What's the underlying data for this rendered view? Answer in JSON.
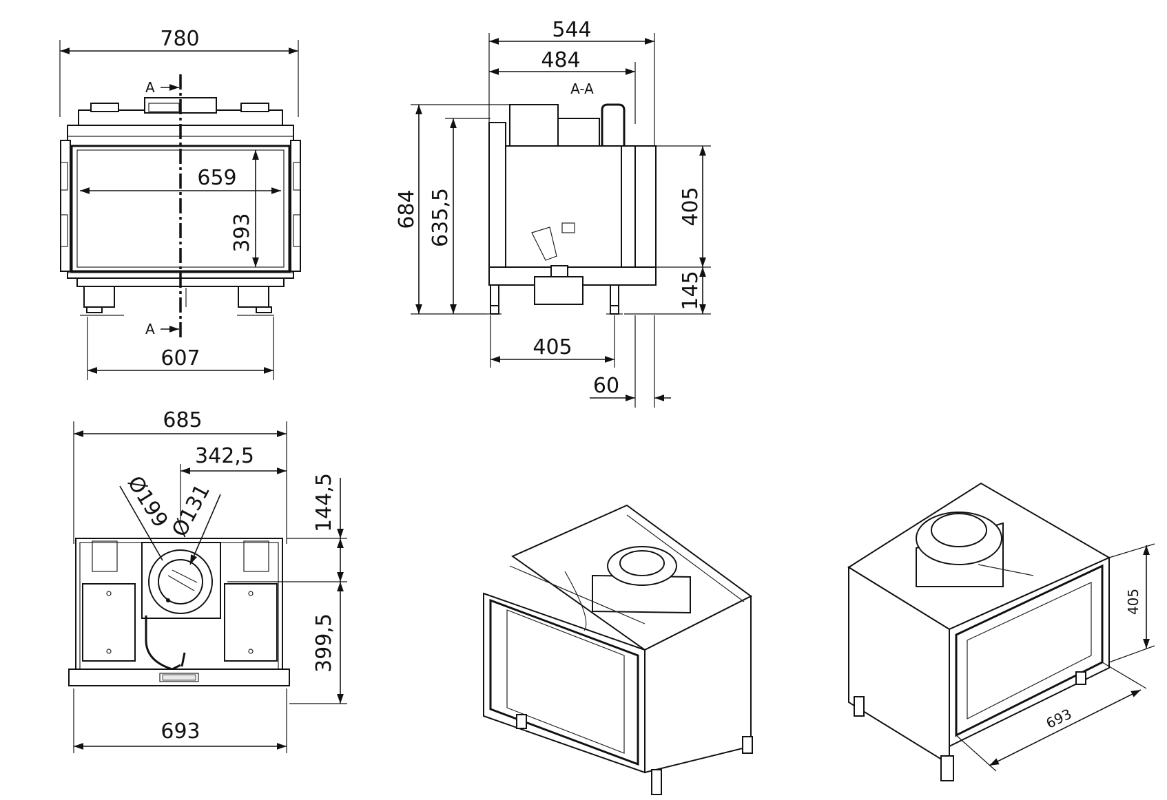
{
  "front_view": {
    "width_overall": "780",
    "opening_width": "659",
    "opening_height": "393",
    "base_width": "607",
    "section_marker_top": "A",
    "section_marker_bottom": "A"
  },
  "section_view": {
    "title": "A-A",
    "depth_overall": "544",
    "depth_body": "484",
    "height_overall": "684",
    "height_body": "635,5",
    "glass_height": "405",
    "glass_offset": "145",
    "leg_span": "405",
    "frame_offset": "60"
  },
  "top_view": {
    "width_top": "685",
    "flue_offset": "342,5",
    "flue_outer_diameter": "Ø199",
    "flue_inner_diameter": "Ø131",
    "flue_from_back": "144,5",
    "flue_to_front": "399,5",
    "width_bottom": "693"
  },
  "iso_view_right": {
    "glass_height": "405",
    "glass_width": "693"
  }
}
